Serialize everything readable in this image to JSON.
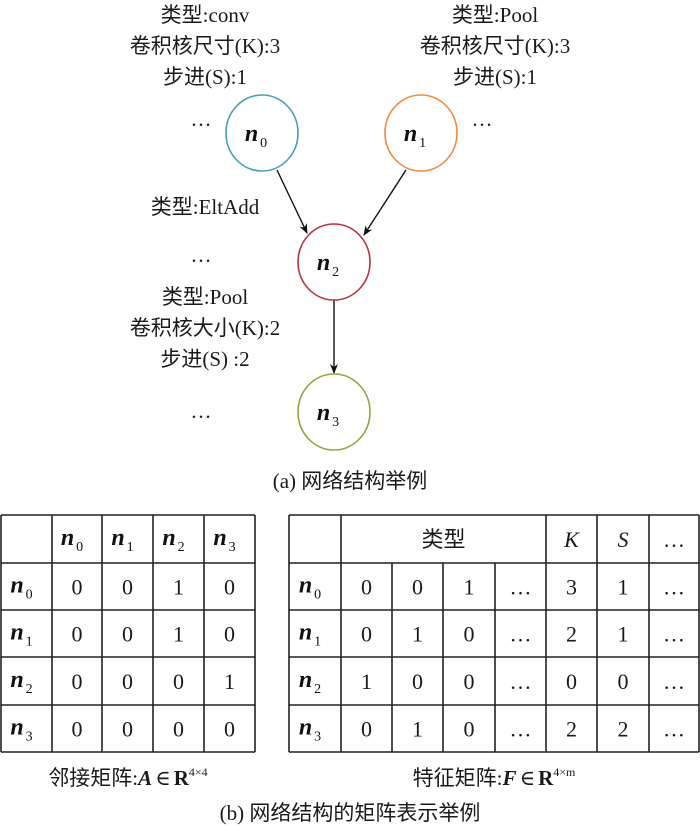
{
  "diagram": {
    "node_labels": {
      "n0": {
        "var": "n",
        "sub": "0"
      },
      "n1": {
        "var": "n",
        "sub": "1"
      },
      "n2": {
        "var": "n",
        "sub": "2"
      },
      "n3": {
        "var": "n",
        "sub": "3"
      }
    },
    "node_colors": {
      "n0": "#4a9db8",
      "n1": "#f08a3e",
      "n2": "#b8333a",
      "n3": "#8aa83e"
    },
    "n0_attrs": [
      "类型:conv",
      "卷积核尺寸(K):3",
      "步进(S):1"
    ],
    "n1_attrs": [
      "类型:Pool",
      "卷积核尺寸(K):3",
      "步进(S):1"
    ],
    "n2_attrs": [
      "类型:EltAdd"
    ],
    "n3_attrs": [
      "类型:Pool",
      "卷积核大小(K):2",
      "步进(S) :2"
    ],
    "ellipsis": "…",
    "caption_a": "(a) 网络结构举例"
  },
  "adjacency_table": {
    "col_headers": [
      {
        "var": "n",
        "sub": "0"
      },
      {
        "var": "n",
        "sub": "1"
      },
      {
        "var": "n",
        "sub": "2"
      },
      {
        "var": "n",
        "sub": "3"
      }
    ],
    "rows": [
      {
        "head": {
          "var": "n",
          "sub": "0"
        },
        "values": [
          "0",
          "0",
          "1",
          "0"
        ]
      },
      {
        "head": {
          "var": "n",
          "sub": "1"
        },
        "values": [
          "0",
          "0",
          "1",
          "0"
        ]
      },
      {
        "head": {
          "var": "n",
          "sub": "2"
        },
        "values": [
          "0",
          "0",
          "0",
          "1"
        ]
      },
      {
        "head": {
          "var": "n",
          "sub": "3"
        },
        "values": [
          "0",
          "0",
          "0",
          "0"
        ]
      }
    ],
    "caption": {
      "prefix": "邻接矩阵:",
      "symbol": "A",
      "in": "∈",
      "set": "R",
      "dim": "4×4"
    }
  },
  "feature_table": {
    "headers": {
      "type": "类型",
      "k": "K",
      "s": "S",
      "more": "…"
    },
    "rows": [
      {
        "head": {
          "var": "n",
          "sub": "0"
        },
        "values": [
          "0",
          "0",
          "1",
          "…",
          "3",
          "1",
          "…"
        ]
      },
      {
        "head": {
          "var": "n",
          "sub": "1"
        },
        "values": [
          "0",
          "1",
          "0",
          "…",
          "2",
          "1",
          "…"
        ]
      },
      {
        "head": {
          "var": "n",
          "sub": "2"
        },
        "values": [
          "1",
          "0",
          "0",
          "…",
          "0",
          "0",
          "…"
        ]
      },
      {
        "head": {
          "var": "n",
          "sub": "3"
        },
        "values": [
          "0",
          "1",
          "0",
          "…",
          "2",
          "2",
          "…"
        ]
      }
    ],
    "caption": {
      "prefix": "特征矩阵:",
      "symbol": "F",
      "in": "∈",
      "set": "R",
      "dim": "4×m"
    }
  },
  "caption_b": "(b) 网络结构的矩阵表示举例"
}
